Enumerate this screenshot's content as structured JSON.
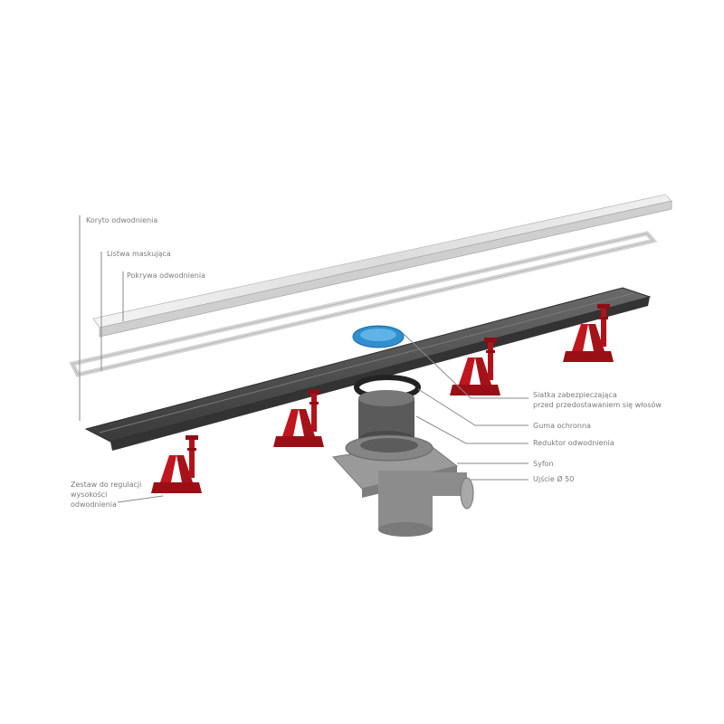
{
  "labels": {
    "koryto": "Koryto odwodnienia",
    "listwa": "Listwa maskująca",
    "pokrywa": "Pokrywa odwodnienia",
    "siatka_line1": "Siatka zabezpieczająca",
    "siatka_line2": "przed przedostawaniem się włosów",
    "guma": "Guma ochronna",
    "reduktor": "Reduktor odwodnienia",
    "syfon": "Syfon",
    "ujscie": "Ujście Ø 50",
    "zestaw_line1": "Zestaw do regulacji",
    "zestaw_line2": "wysokości",
    "zestaw_line3": "odwodnienia"
  },
  "colors": {
    "trough": "#4a4a4a",
    "feet": "#b3121a",
    "strainer": "#2f8fd0",
    "siphon": "#8c8c8c",
    "cover": "#e6e6e6",
    "label": "#7a7a7a"
  }
}
